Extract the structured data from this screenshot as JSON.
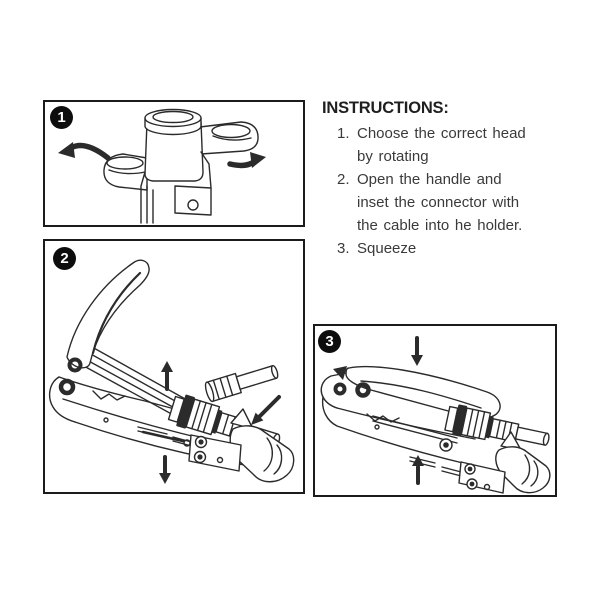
{
  "colors": {
    "background": "#ffffff",
    "ink": "#2b2b2b",
    "panel_border": "#1b1b1b",
    "badge_bg": "#0d0d0d",
    "badge_text": "#ffffff",
    "title_text": "#1f1f1f",
    "body_text": "#3a3a3a"
  },
  "instructions": {
    "title": "INSTRUCTIONS:",
    "steps": [
      {
        "num": "1.",
        "lines": [
          "Choose the correct head",
          "by rotating"
        ]
      },
      {
        "num": "2.",
        "lines": [
          "Open the handle and",
          "inset the connector with",
          "the cable into he holder."
        ]
      },
      {
        "num": "3.",
        "lines": [
          "Squeeze"
        ]
      }
    ]
  },
  "panels": [
    {
      "badge": "1",
      "drawing": "crimp-tool-rotating-head",
      "icons": [
        "rotate-left-arrow",
        "rotate-right-arrow"
      ]
    },
    {
      "badge": "2",
      "drawing": "crimp-tool-open-with-connector",
      "icons": [
        "up-arrow",
        "down-arrow",
        "insert-connector-arrow"
      ]
    },
    {
      "badge": "3",
      "drawing": "crimp-tool-squeezed-closed",
      "icons": [
        "press-down-arrow",
        "press-up-arrow"
      ]
    }
  ]
}
